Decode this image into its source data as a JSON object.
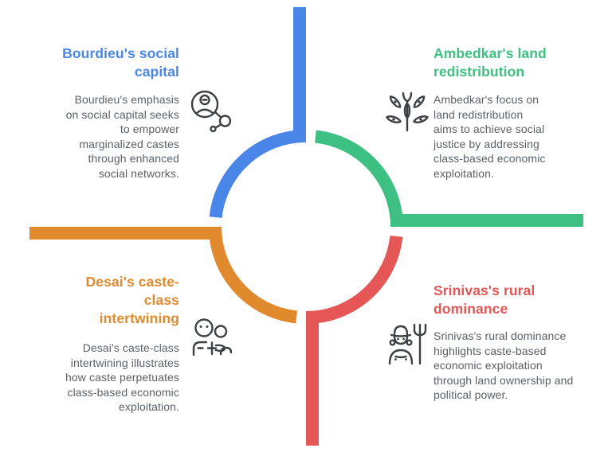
{
  "styles": {
    "background": "#ffffff",
    "body_text_color": "#5B6066",
    "icon_stroke_color": "#3C4043"
  },
  "sections": {
    "bourdieu": {
      "heading": "Bourdieu's social\ncapital",
      "body": "Bourdieu's emphasis\non social capital seeks\nto empower\nmarginalized castes\nthrough enhanced\nsocial networks.",
      "color": "#4A86E8",
      "icon": "social-network-icon"
    },
    "ambedkar": {
      "heading": "Ambedkar's land\nredistribution",
      "body": "Ambedkar's focus on\nland redistribution\naims to achieve social\njustice by addressing\nclass-based economic\nexploitation.",
      "color": "#3DC081",
      "icon": "plant-growth-icon"
    },
    "desai": {
      "heading": "Desai's caste-\nclass\nintertwining",
      "body": "Desai's caste-class\nintertwining illustrates\nhow caste perpetuates\nclass-based economic\nexploitation.",
      "color": "#E0892D",
      "icon": "people-group-icon"
    },
    "srinivas": {
      "heading": "Srinivas's rural\ndominance",
      "body": "Srinivas's rural dominance\nhighlights caste-based\neconomic exploitation\nthrough land ownership and\npolitical power.",
      "color": "#E45756",
      "icon": "farmer-pitchfork-icon"
    }
  }
}
